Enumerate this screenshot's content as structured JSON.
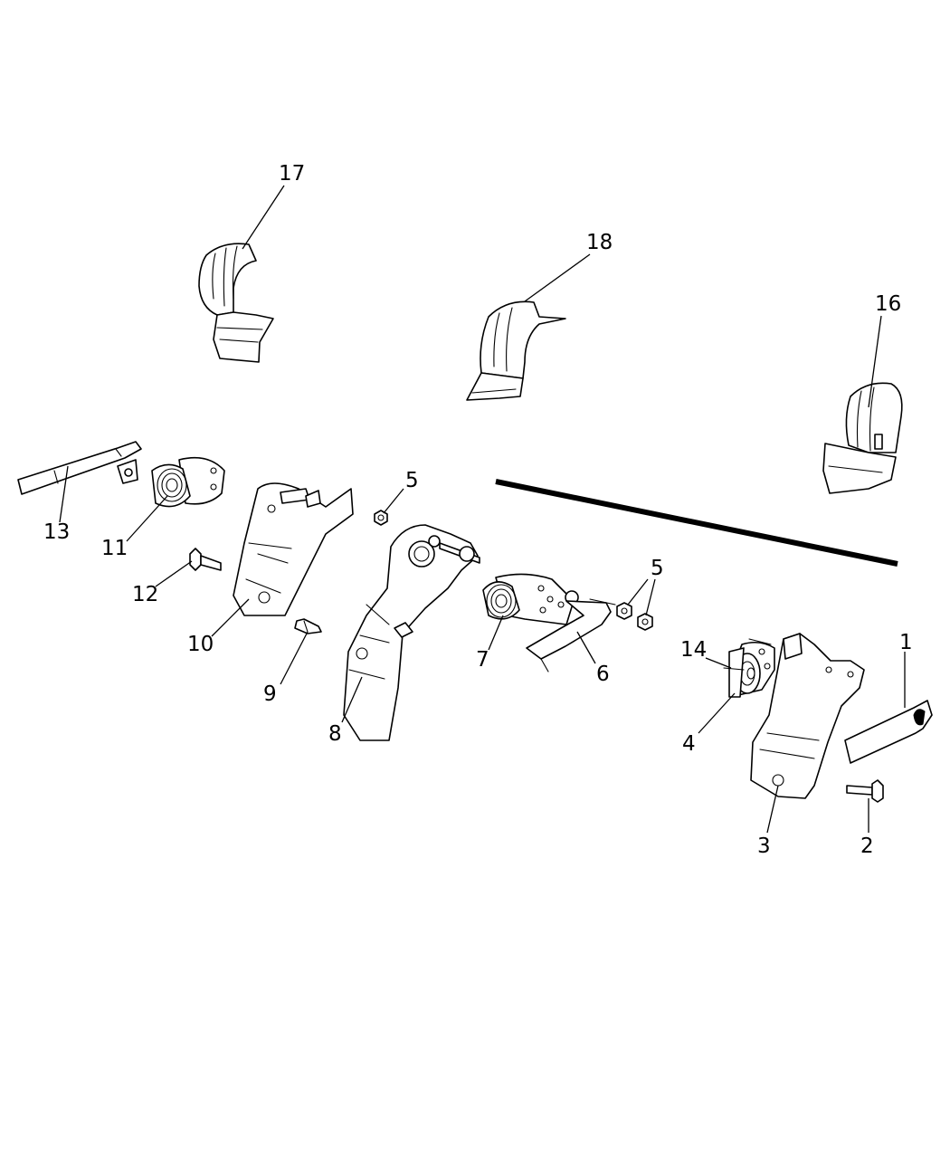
{
  "diagram": {
    "callouts": [
      {
        "id": "c17",
        "label": "17"
      },
      {
        "id": "c18",
        "label": "18"
      },
      {
        "id": "c16",
        "label": "16"
      },
      {
        "id": "c13",
        "label": "13"
      },
      {
        "id": "c11",
        "label": "11"
      },
      {
        "id": "c12",
        "label": "12"
      },
      {
        "id": "c10",
        "label": "10"
      },
      {
        "id": "c9",
        "label": "9"
      },
      {
        "id": "c8",
        "label": "8"
      },
      {
        "id": "c5a",
        "label": "5"
      },
      {
        "id": "c7",
        "label": "7"
      },
      {
        "id": "c6",
        "label": "6"
      },
      {
        "id": "c5b",
        "label": "5"
      },
      {
        "id": "c14",
        "label": "14"
      },
      {
        "id": "c4",
        "label": "4"
      },
      {
        "id": "c3",
        "label": "3"
      },
      {
        "id": "c1",
        "label": "1"
      },
      {
        "id": "c2",
        "label": "2"
      }
    ]
  }
}
